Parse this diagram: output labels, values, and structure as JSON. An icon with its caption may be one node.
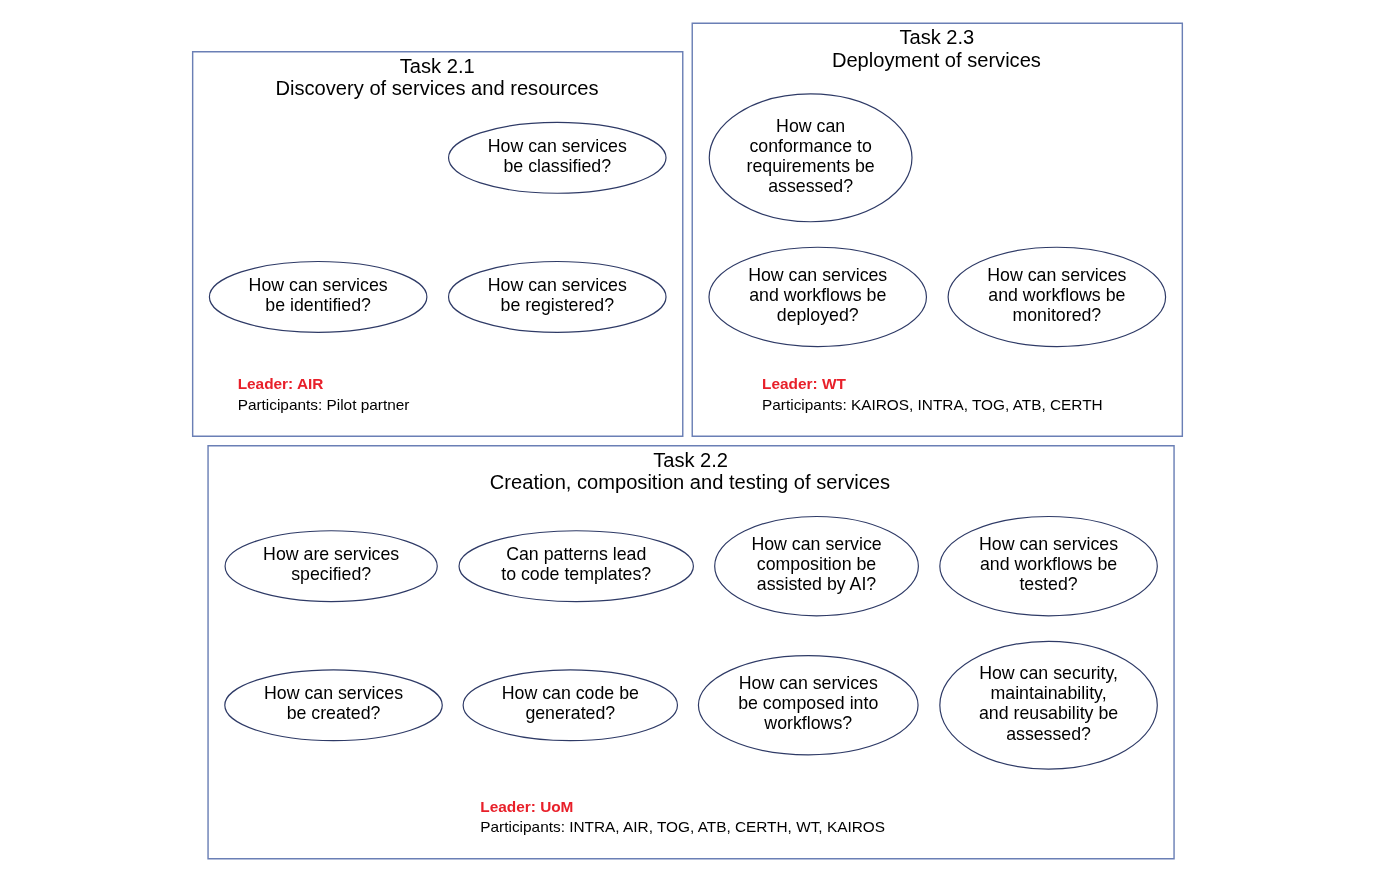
{
  "diagram": {
    "nodes": [
      {
        "text": [
          "Task 2.1",
          "Discovery of services and resources",
          "Leader: AIR",
          "Participants: Pilot partner"
        ]
      },
      {
        "text": [
          "How can services be classified?"
        ],
        "in": 0
      },
      {
        "text": [
          "How can services be identified?"
        ],
        "in": 0
      },
      {
        "text": [
          "How can services be registered?"
        ],
        "in": 0
      },
      {
        "text": [
          "Task 2.3",
          "Deployment of services",
          "Leader: WT",
          "Participants: KAIROS, INTRA, TOG, ATB, CERTH"
        ]
      },
      {
        "text": [
          "How can conformance to requirements be assessed?"
        ],
        "in": 4
      },
      {
        "text": [
          "How can services and workflows be deployed?"
        ],
        "in": 4
      },
      {
        "text": [
          "How can services and workflows be monitored?"
        ],
        "in": 4
      },
      {
        "text": [
          "Task 2.2",
          "Creation, composition and testing of services",
          "Leader: UoM",
          "Participants: INTRA, AIR, TOG, ATB, CERTH, WT, KAIROS"
        ]
      },
      {
        "text": [
          "How are services specified?"
        ],
        "in": 8
      },
      {
        "text": [
          "Can patterns lead to code templates?"
        ],
        "in": 8
      },
      {
        "text": [
          "How can service composition be assisted by AI?"
        ],
        "in": 8
      },
      {
        "text": [
          "How can services and workflows be tested?"
        ],
        "in": 8
      },
      {
        "text": [
          "How can services be created?"
        ],
        "in": 8
      },
      {
        "text": [
          "How can code be generated?"
        ],
        "in": 8
      },
      {
        "text": [
          "How can services be composed into workflows?"
        ],
        "in": 8
      },
      {
        "text": [
          "How can security, maintainability, and reusability be assessed?"
        ],
        "in": 8
      }
    ]
  }
}
